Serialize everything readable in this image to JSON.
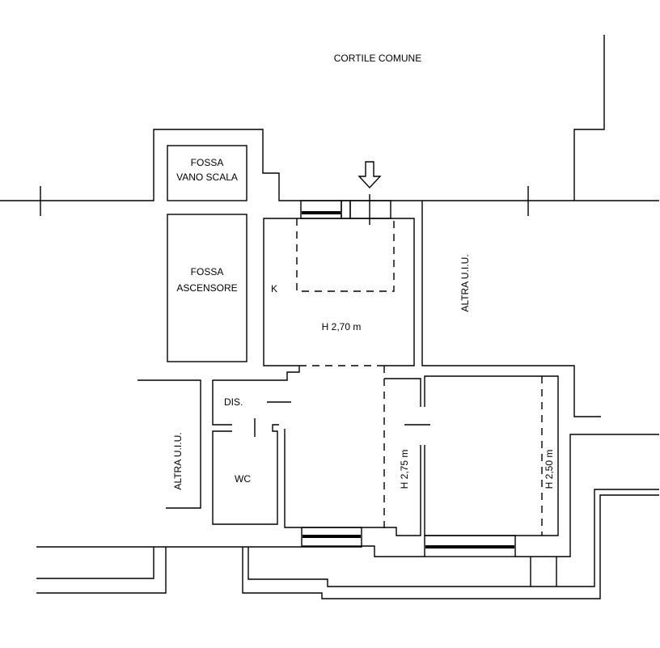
{
  "labels": {
    "courtyard": "CORTILE COMUNE",
    "stair_pit": [
      "FOSSA",
      "VANO SCALA"
    ],
    "elevator_pit": [
      "FOSSA",
      "ASCENSORE"
    ],
    "kitchen": "K",
    "kitchen_height": "H 2,70 m",
    "other_unit_right": "ALTRA U.I.U.",
    "other_unit_left": "ALTRA U.I.U.",
    "hallway": "DIS.",
    "bathroom": "WC",
    "living_height": "H 2,75 m",
    "bedroom_height": "H 2,50 m"
  },
  "icons": {
    "entrance": "arrow-down-icon"
  }
}
